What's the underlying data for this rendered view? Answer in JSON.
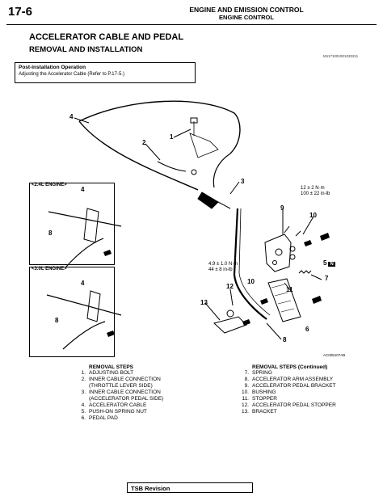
{
  "header": {
    "page_number": "17-6",
    "section_title": "ENGINE AND EMISSION CONTROL",
    "subsection": "ENGINE CONTROL"
  },
  "main": {
    "title": "ACCELERATOR CABLE AND PEDAL",
    "subtitle": "REMOVAL AND INSTALLATION",
    "doc_id": "M1171001001020211"
  },
  "post_installation": {
    "title": "Post-installation Operation",
    "text": "Adjusting the Accelerator Cable (Refer to P.17-5.)"
  },
  "diagram": {
    "inset_24": "<2.4L ENGINE>",
    "inset_30": "<3.0L ENGINE>",
    "torque_upper": [
      "12 ± 2 N·m",
      "100 ± 22 in-lb"
    ],
    "torque_lower": [
      "4.9 ± 1.0 N·m",
      "44 ± 8 in-lb"
    ],
    "callouts": [
      "1",
      "2",
      "3",
      "4",
      "4",
      "4",
      "5",
      "6",
      "7",
      "8",
      "8",
      "8",
      "9",
      "10",
      "10",
      "11",
      "12",
      "13"
    ],
    "n_badge": "N",
    "figure_id": "AC005107AB"
  },
  "removal_steps": {
    "heading": "REMOVAL STEPS",
    "items": [
      {
        "num": "1.",
        "text": "ADJUSTING BOLT"
      },
      {
        "num": "2.",
        "text": "INNER CABLE CONNECTION"
      },
      {
        "num": "",
        "text": "(THROTTLE LEVER SIDE)"
      },
      {
        "num": "3.",
        "text": "INNER CABLE CONNECTION"
      },
      {
        "num": "",
        "text": "(ACCELERATOR PEDAL SIDE)"
      },
      {
        "num": "4.",
        "text": "ACCELERATOR CABLE"
      },
      {
        "num": "5.",
        "text": "PUSH-ON SPRING NUT"
      },
      {
        "num": "6.",
        "text": "PEDAL PAD"
      }
    ]
  },
  "removal_steps_cont": {
    "heading": "REMOVAL STEPS (Continued)",
    "items": [
      {
        "num": "7.",
        "text": "SPRING"
      },
      {
        "num": "8.",
        "text": "ACCELERATOR ARM ASSEMBLY"
      },
      {
        "num": "9.",
        "text": "ACCELERATOR PEDAL BRACKET"
      },
      {
        "num": "10.",
        "text": "BUSHING"
      },
      {
        "num": "11.",
        "text": "STOPPER"
      },
      {
        "num": "12.",
        "text": "ACCELERATOR PEDAL STOPPER"
      },
      {
        "num": "13.",
        "text": "BRACKET"
      }
    ]
  },
  "footer": {
    "tsb": "TSB Revision"
  }
}
